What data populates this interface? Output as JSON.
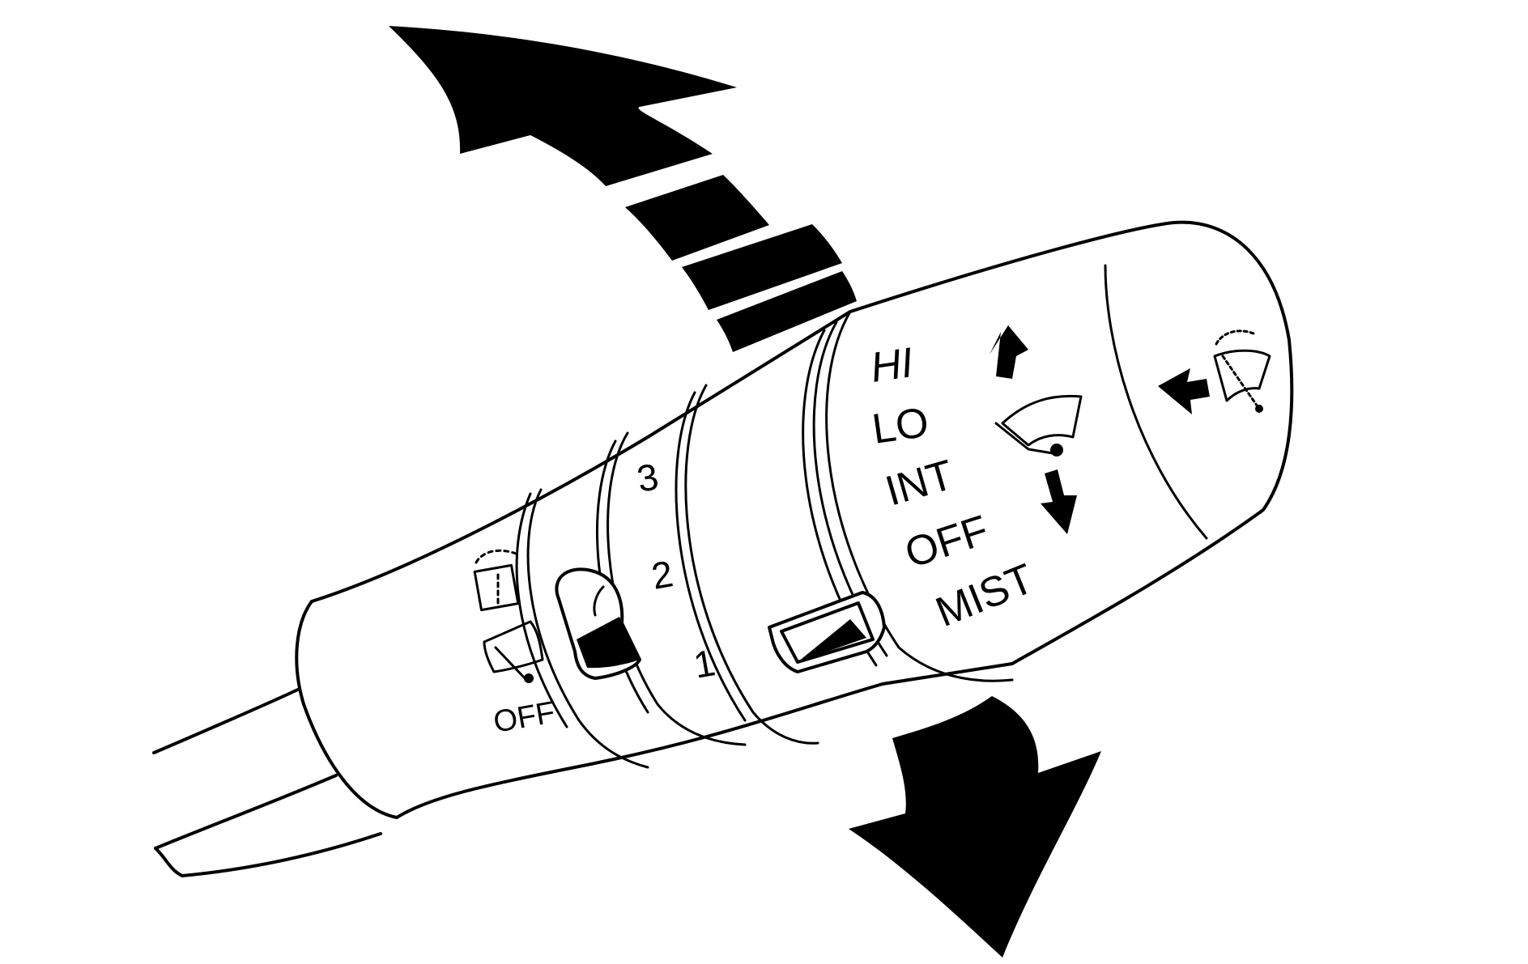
{
  "colors": {
    "ink": "#000000",
    "paper": "#ffffff"
  },
  "wiper_modes": {
    "hi": "HI",
    "lo": "LO",
    "int": "INT",
    "off": "OFF",
    "mist": "MIST"
  },
  "intermittent_speeds": {
    "speed_3": "3",
    "speed_2": "2",
    "speed_1": "1"
  },
  "rear_wiper": {
    "off_label": "OFF"
  },
  "icons": {
    "front_wiper": "wiper-arc-icon",
    "front_washer": "washer-spray-icon",
    "rear_washer": "rear-washer-icon",
    "rear_wiper": "rear-wiper-icon",
    "mode_up": "arrow-up-icon",
    "mode_down": "arrow-down-icon",
    "push_wash": "arrow-left-icon"
  }
}
